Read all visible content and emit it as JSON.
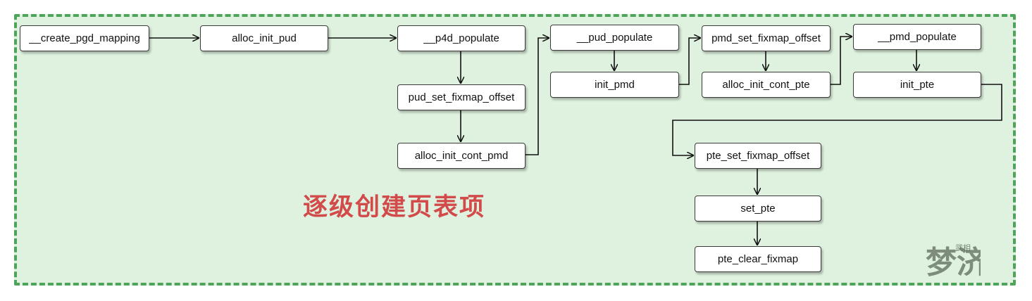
{
  "diagram": {
    "title": "逐级创建页表项",
    "nodes": {
      "create_pgd_mapping": "__create_pgd_mapping",
      "alloc_init_pud": "alloc_init_pud",
      "p4d_populate": "__p4d_populate",
      "pud_set_fixmap_offset": "pud_set_fixmap_offset",
      "alloc_init_cont_pmd": "alloc_init_cont_pmd",
      "pud_populate": "__pud_populate",
      "init_pmd": "init_pmd",
      "pmd_set_fixmap_offset": "pmd_set_fixmap_offset",
      "alloc_init_cont_pte": "alloc_init_cont_pte",
      "pmd_populate": "__pmd_populate",
      "init_pte": "init_pte",
      "pte_set_fixmap_offset": "pte_set_fixmap_offset",
      "set_pte": "set_pte",
      "pte_clear_fixmap": "pte_clear_fixmap"
    },
    "edges": [
      [
        "create_pgd_mapping",
        "alloc_init_pud"
      ],
      [
        "alloc_init_pud",
        "p4d_populate"
      ],
      [
        "p4d_populate",
        "pud_set_fixmap_offset"
      ],
      [
        "pud_set_fixmap_offset",
        "alloc_init_cont_pmd"
      ],
      [
        "alloc_init_cont_pmd",
        "pud_populate"
      ],
      [
        "pud_populate",
        "init_pmd"
      ],
      [
        "init_pmd",
        "pmd_set_fixmap_offset"
      ],
      [
        "pmd_set_fixmap_offset",
        "alloc_init_cont_pte"
      ],
      [
        "alloc_init_cont_pte",
        "pmd_populate"
      ],
      [
        "pmd_populate",
        "init_pte"
      ],
      [
        "init_pte",
        "pte_set_fixmap_offset"
      ],
      [
        "pte_set_fixmap_offset",
        "set_pte"
      ],
      [
        "set_pte",
        "pte_clear_fixmap"
      ]
    ],
    "colors": {
      "frame_fill": "#dff2df",
      "frame_border": "#4fa35b",
      "title": "#d24a4a",
      "node_border": "#3a3a3a"
    },
    "seal": {
      "text": "梦济",
      "small_text": "武相"
    }
  }
}
